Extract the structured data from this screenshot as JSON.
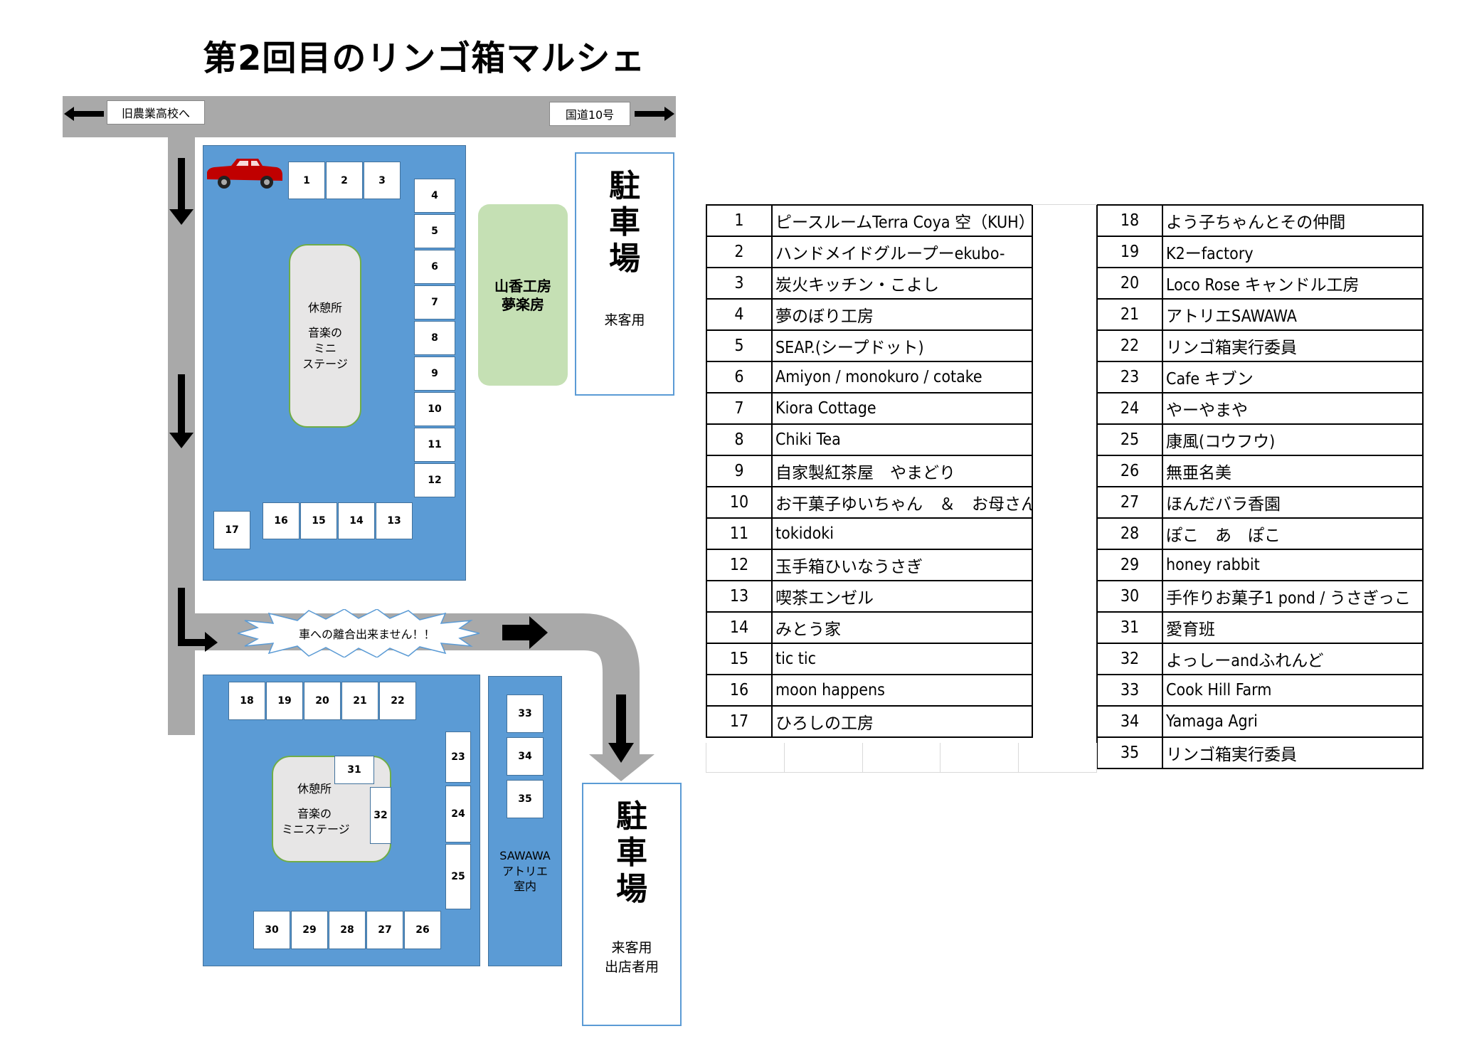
{
  "title": "第2回目のリンゴ箱マルシェ",
  "signs": {
    "left": "旧農業高校へ",
    "right": "国道10号"
  },
  "warning": "車への離合出来ません！！",
  "rest_area_top": {
    "line1": "休憩所",
    "line2": "音楽の",
    "line3": "ミニ",
    "line4": "ステージ"
  },
  "rest_area_bottom": {
    "line1": "休憩所",
    "line2": "音楽の",
    "line3": "ミニステージ"
  },
  "workshop": {
    "line1": "山香工房",
    "line2": "夢楽房"
  },
  "parking_top": {
    "c1": "駐",
    "c2": "車",
    "c3": "場",
    "note": "来客用"
  },
  "parking_bottom": {
    "c1": "駐",
    "c2": "車",
    "c3": "場",
    "note1": "来客用",
    "note2": "出店者用"
  },
  "sawawa": {
    "line1": "SAWAWA",
    "line2": "アトリエ",
    "line3": "室内"
  },
  "booths": [
    "1",
    "2",
    "3",
    "4",
    "5",
    "6",
    "7",
    "8",
    "9",
    "10",
    "11",
    "12",
    "13",
    "14",
    "15",
    "16",
    "17",
    "18",
    "19",
    "20",
    "21",
    "22",
    "23",
    "24",
    "25",
    "26",
    "27",
    "28",
    "29",
    "30",
    "31",
    "32",
    "33",
    "34",
    "35"
  ],
  "vendors_left": [
    {
      "no": "1",
      "name": "ピースルームTerra Coya 空（KUH）"
    },
    {
      "no": "2",
      "name": "ハンドメイドグループーekubo-"
    },
    {
      "no": "3",
      "name": "炭火キッチン・こよし"
    },
    {
      "no": "4",
      "name": "夢のぼり工房"
    },
    {
      "no": "5",
      "name": "SEAP.(シープドット)"
    },
    {
      "no": "6",
      "name": "Amiyon / monokuro / cotake"
    },
    {
      "no": "7",
      "name": "Kiora  Cottage"
    },
    {
      "no": "8",
      "name": "Chiki  Tea"
    },
    {
      "no": "9",
      "name": "自家製紅茶屋　やまどり"
    },
    {
      "no": "10",
      "name": "お干菓子ゆいちゃん　＆　お母さん"
    },
    {
      "no": "11",
      "name": "tokidoki"
    },
    {
      "no": "12",
      "name": "玉手箱ひいなうさぎ"
    },
    {
      "no": "13",
      "name": "喫茶エンゼル"
    },
    {
      "no": "14",
      "name": "みとう家"
    },
    {
      "no": "15",
      "name": "tic tic"
    },
    {
      "no": "16",
      "name": "moon happens"
    },
    {
      "no": "17",
      "name": "ひろしの工房"
    }
  ],
  "vendors_right": [
    {
      "no": "18",
      "name": "よう子ちゃんとその仲間"
    },
    {
      "no": "19",
      "name": "K2ーfactory"
    },
    {
      "no": "20",
      "name": "Loco  Rose  キャンドル工房"
    },
    {
      "no": "21",
      "name": "アトリエSAWAWA"
    },
    {
      "no": "22",
      "name": "リンゴ箱実行委員"
    },
    {
      "no": "23",
      "name": "Cafe キブン"
    },
    {
      "no": "24",
      "name": "やーやまや"
    },
    {
      "no": "25",
      "name": "康風(コウフウ)"
    },
    {
      "no": "26",
      "name": "無亜名美"
    },
    {
      "no": "27",
      "name": "ほんだバラ香園"
    },
    {
      "no": "28",
      "name": "ぽこ　あ　ぽこ"
    },
    {
      "no": "29",
      "name": "honey rabbit"
    },
    {
      "no": "30",
      "name": "手作りお菓子1 pond / うさぎっこ"
    },
    {
      "no": "31",
      "name": "愛育班"
    },
    {
      "no": "32",
      "name": "よっしーandふれんど"
    },
    {
      "no": "33",
      "name": "Cook Hill Farm"
    },
    {
      "no": "34",
      "name": "Yamaga Agri"
    },
    {
      "no": "35",
      "name": "リンゴ箱実行委員"
    }
  ],
  "colors": {
    "zone": "#5b9bd5",
    "road": "#a9a9a9",
    "workshop": "#c5e0b4",
    "rest": "#e7e6e6",
    "car": "#c00000"
  }
}
